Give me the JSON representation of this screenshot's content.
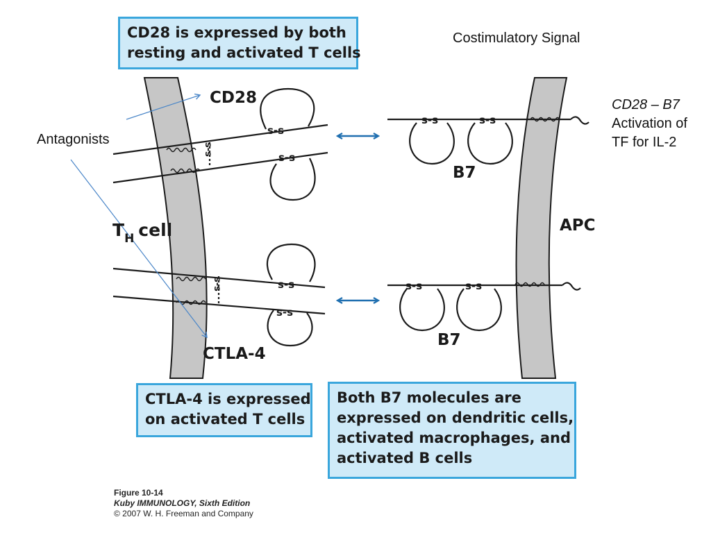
{
  "callouts": {
    "cd28_expression": [
      "CD28 is expressed by both",
      "resting and activated T cells"
    ],
    "ctla4_expression": [
      "CTLA-4 is expressed",
      "on activated T cells"
    ],
    "b7_expression": [
      "Both B7 molecules are",
      "expressed on dendritic cells,",
      "activated macrophages, and",
      "activated B cells"
    ]
  },
  "notes": {
    "costimulatory": "Costimulatory Signal",
    "cd28_b7": "CD28 – B7",
    "activation_line1": "Activation of",
    "activation_line2": "TF for IL-2",
    "antagonists": "Antagonists"
  },
  "labels": {
    "cd28": "CD28",
    "ctla4": "CTLA-4",
    "th_cell_main": "T",
    "th_cell_sub": "H",
    "th_cell_rest": "cell",
    "apc": "APC",
    "b7_upper": "B7",
    "b7_lower": "B7",
    "disulfide": "s-s",
    "disulfide_vertical": "s-s"
  },
  "caption": {
    "figure": "Figure 10-14",
    "book": "Kuby IMMUNOLOGY, Sixth Edition",
    "copyright": "© 2007 W. H. Freeman and Company"
  },
  "colors": {
    "callout_fill": "#cfeaf8",
    "callout_border": "#3aa6dc",
    "membrane": "#c6c6c6",
    "arrow": "#1f6fb0",
    "pointer": "#4a86c8"
  }
}
